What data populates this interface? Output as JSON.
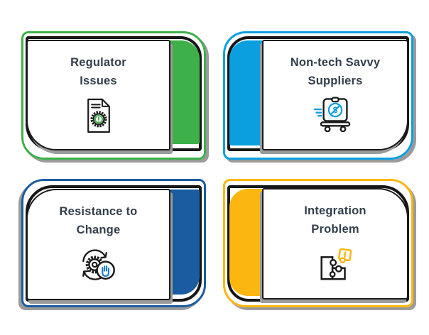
{
  "title": "Challenges infographic",
  "palette": {
    "ink": "#1B1B1B",
    "text": "#323E4B",
    "shadow_gray": "#9B9B9B",
    "green": "#3EB049",
    "bright_blue": "#0C9FE0",
    "dark_blue": "#1A5C9F",
    "yellow": "#FBB70F",
    "hand_blue": "#1C7CC4"
  },
  "cards": [
    {
      "id": "regulator-issues",
      "title": "Regulator\nIssues",
      "accent_side": "right",
      "color": "#3EB049",
      "icon": "document-gear-alert-icon"
    },
    {
      "id": "non-tech-savvy-suppliers",
      "title": "Non-tech Savvy\nSuppliers",
      "accent_side": "left",
      "color": "#0C9FE0",
      "icon": "delivery-cart-no-cash-icon"
    },
    {
      "id": "resistance-to-change",
      "title": "Resistance to\nChange",
      "accent_side": "right",
      "color": "#1A5C9F",
      "icon": "change-cycle-stop-hand-icon"
    },
    {
      "id": "integration-problem",
      "title": "Integration\nProblem",
      "accent_side": "left",
      "color": "#FBB70F",
      "icon": "puzzle-alert-icon"
    }
  ]
}
